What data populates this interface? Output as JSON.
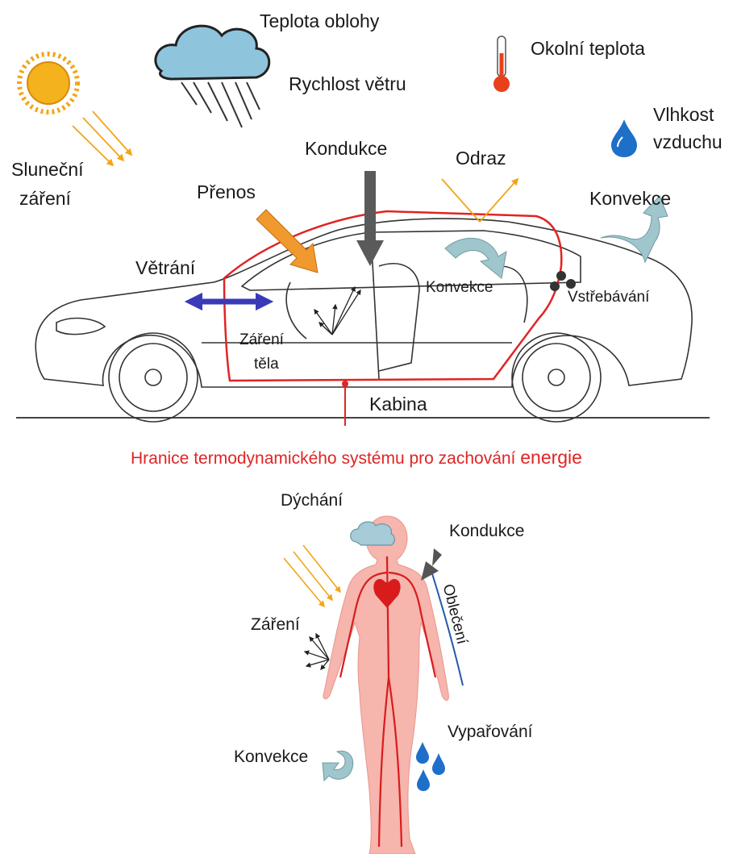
{
  "labels": {
    "sky_temperature": "Teplota oblohy",
    "wind_speed": "Rychlost větru",
    "ambient_temperature": "Okolní teplota",
    "humidity_line1": "Vlhkost",
    "humidity_line2": "vzduchu",
    "solar_line1": "Sluneční",
    "solar_line2": "záření",
    "conduction_car": "Kondukce",
    "reflection": "Odraz",
    "transfer": "Přenos",
    "convection_outer": "Konvekce",
    "ventilation": "Větrání",
    "convection_cabin": "Konvekce",
    "absorption": "Vstřebávání",
    "body_radiation_line1": "Záření",
    "body_radiation_line2": "těla",
    "cabin": "Kabina",
    "boundary_main": "Hranice termodynamického systému pro zachování",
    "boundary_emph": "energie",
    "breathing": "Dýchání",
    "conduction_body": "Kondukce",
    "clothing": "Oblečení",
    "radiation_body": "Záření",
    "evaporation": "Vypařování",
    "convection_body": "Konvekce"
  },
  "colors": {
    "boundary": "#e02424",
    "sun": "#f2a516",
    "cloud": "#8fc4dd",
    "thermometer": "#e8401c",
    "droplet": "#1e6fc9",
    "ventilation_arrow": "#3a3ab8",
    "transfer_arrow": "#f0992e",
    "conduction_arrow": "#5a5a5a",
    "convection_arrow": "#9fc6cc",
    "body": "#f6b5ad",
    "arteries": "#d81c1c"
  },
  "icons": [
    "sun-icon",
    "cloud-rain-icon",
    "thermometer-icon",
    "droplet-icon",
    "car-icon",
    "human-body-icon"
  ]
}
